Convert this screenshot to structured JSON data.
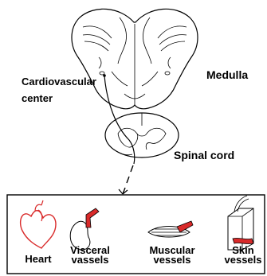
{
  "labels": {
    "medulla": "Medulla",
    "cardiovascular_line1": "Cardiovascular",
    "cardiovascular_line2": "center",
    "spinal_cord": "Spinal cord"
  },
  "targets": [
    {
      "lines": [
        "Heart"
      ],
      "icon": "heart-icon"
    },
    {
      "lines": [
        "Visceral",
        "vassels"
      ],
      "icon": "kidney-icon"
    },
    {
      "lines": [
        "Muscular",
        "vessels"
      ],
      "icon": "muscle-icon"
    },
    {
      "lines": [
        "Skin",
        "vessels"
      ],
      "icon": "skin-block-icon"
    }
  ],
  "colors": {
    "accent": "#d92a2a",
    "line": "#000000",
    "background": "#ffffff"
  }
}
